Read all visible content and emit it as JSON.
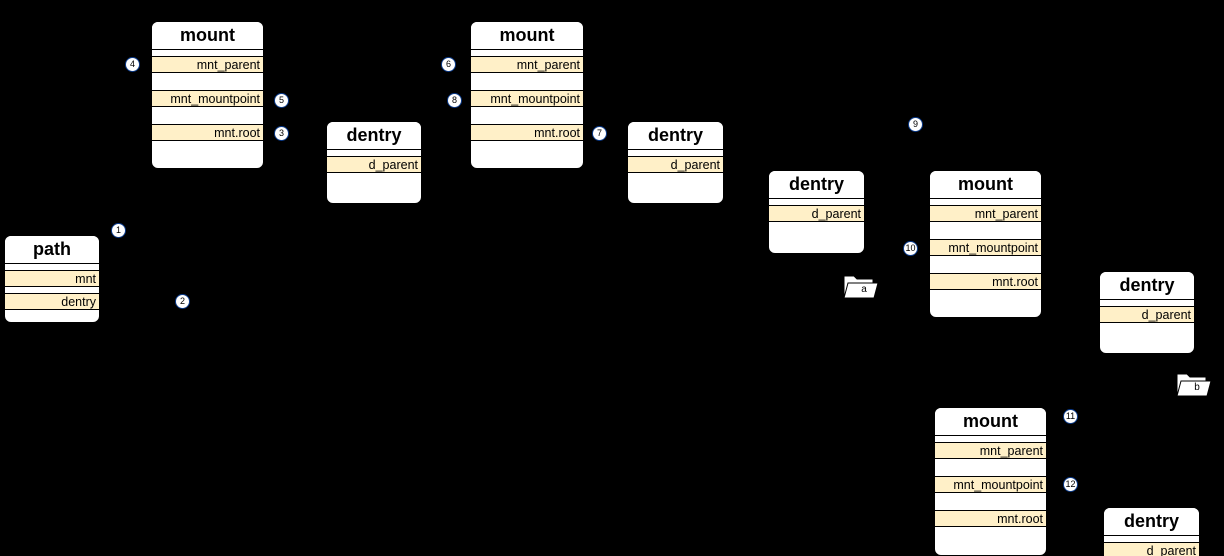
{
  "nodes": {
    "path": {
      "title": "path",
      "fields": [
        "mnt",
        "dentry"
      ]
    },
    "mount1": {
      "title": "mount",
      "fields": [
        "mnt_parent",
        "mnt_mountpoint",
        "mnt.root"
      ]
    },
    "dentry1": {
      "title": "dentry",
      "fields": [
        "d_parent"
      ]
    },
    "mount2": {
      "title": "mount",
      "fields": [
        "mnt_parent",
        "mnt_mountpoint",
        "mnt.root"
      ]
    },
    "dentry2": {
      "title": "dentry",
      "fields": [
        "d_parent"
      ]
    },
    "dentry3": {
      "title": "dentry",
      "fields": [
        "d_parent"
      ]
    },
    "mount3": {
      "title": "mount",
      "fields": [
        "mnt_parent",
        "mnt_mountpoint",
        "mnt.root"
      ]
    },
    "dentry4": {
      "title": "dentry",
      "fields": [
        "d_parent"
      ]
    },
    "mount4": {
      "title": "mount",
      "fields": [
        "mnt_parent",
        "mnt_mountpoint",
        "mnt.root"
      ]
    },
    "dentry5": {
      "title": "dentry",
      "fields": [
        "d_parent"
      ]
    }
  },
  "badges": [
    "1",
    "2",
    "3",
    "4",
    "5",
    "6",
    "7",
    "8",
    "9",
    "10",
    "11",
    "12"
  ],
  "folders": [
    "a",
    "b"
  ],
  "colors": {
    "background": "#000000",
    "box": "#ffffff",
    "field": "#fff0c8",
    "badge_border": "#0a3a8a"
  }
}
